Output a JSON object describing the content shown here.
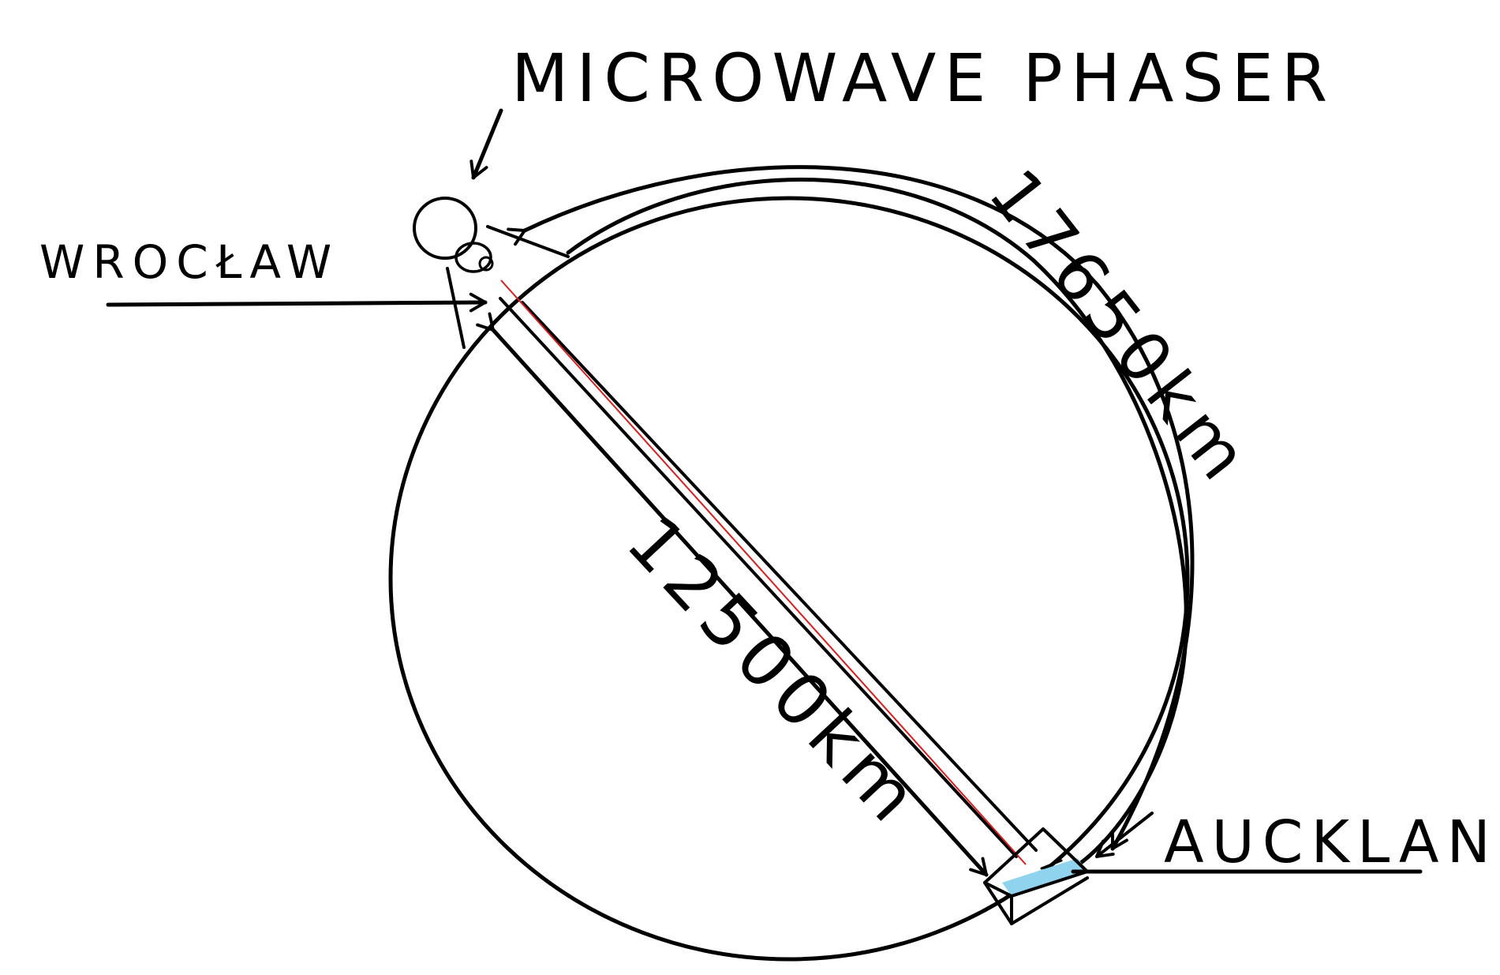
{
  "labels": {
    "device": "MICROWAVE PHASER",
    "city_start": "WROCŁAW",
    "city_end": "AUCKLAND",
    "arc_distance": "17650km",
    "chord_distance": "12500km"
  },
  "colors": {
    "ink": "#000000",
    "beam": "#d62020",
    "receiver": "#8fd3ef"
  },
  "icons": {
    "phaser": "microwave-phaser-icon",
    "receiver": "receiver-box-icon"
  }
}
